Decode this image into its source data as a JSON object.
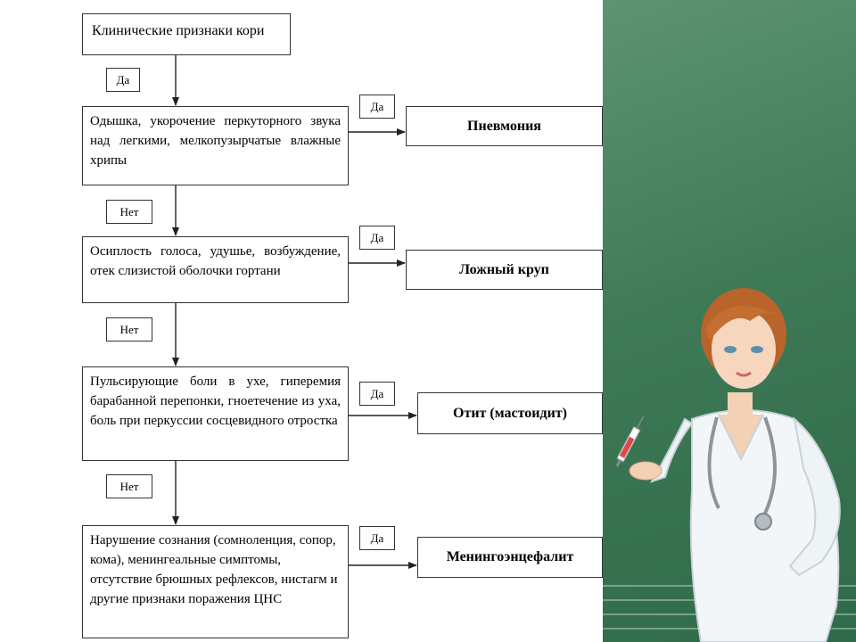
{
  "flowchart": {
    "start": "Клинические признаки кори",
    "steps": [
      {
        "condition": "Одышка, укорочение перкуторного звука над легкими, мелкопузырчатые влажные хрипы",
        "yes_label": "Да",
        "result": "Пневмония"
      },
      {
        "condition": "Осиплость голоса, удушье, возбуждение, отек слизистой оболочки гортани",
        "yes_label": "Да",
        "result": "Ложный круп"
      },
      {
        "condition": "Пульсирующие боли в ухе, гиперемия барабанной перепонки, гноетечение из уха, боль при перкуссии сосцевидного отростка",
        "yes_label": "Да",
        "result": "Отит (мастоидит)"
      },
      {
        "condition": "Нарушение сознания (сомноленция, сопор, кома), менингеальные симптомы, отсутствие брюшных рефлексов, нистагм и другие признаки поражения ЦНС",
        "yes_label": "Да",
        "result": "Менингоэнцефалит"
      }
    ],
    "down_labels": [
      "Да",
      "Нет",
      "Нет",
      "Нет"
    ]
  },
  "colors": {
    "panel_green": "#3f7a57",
    "line": "#333333"
  },
  "illustration": "doctor-with-syringe-and-stethoscope"
}
